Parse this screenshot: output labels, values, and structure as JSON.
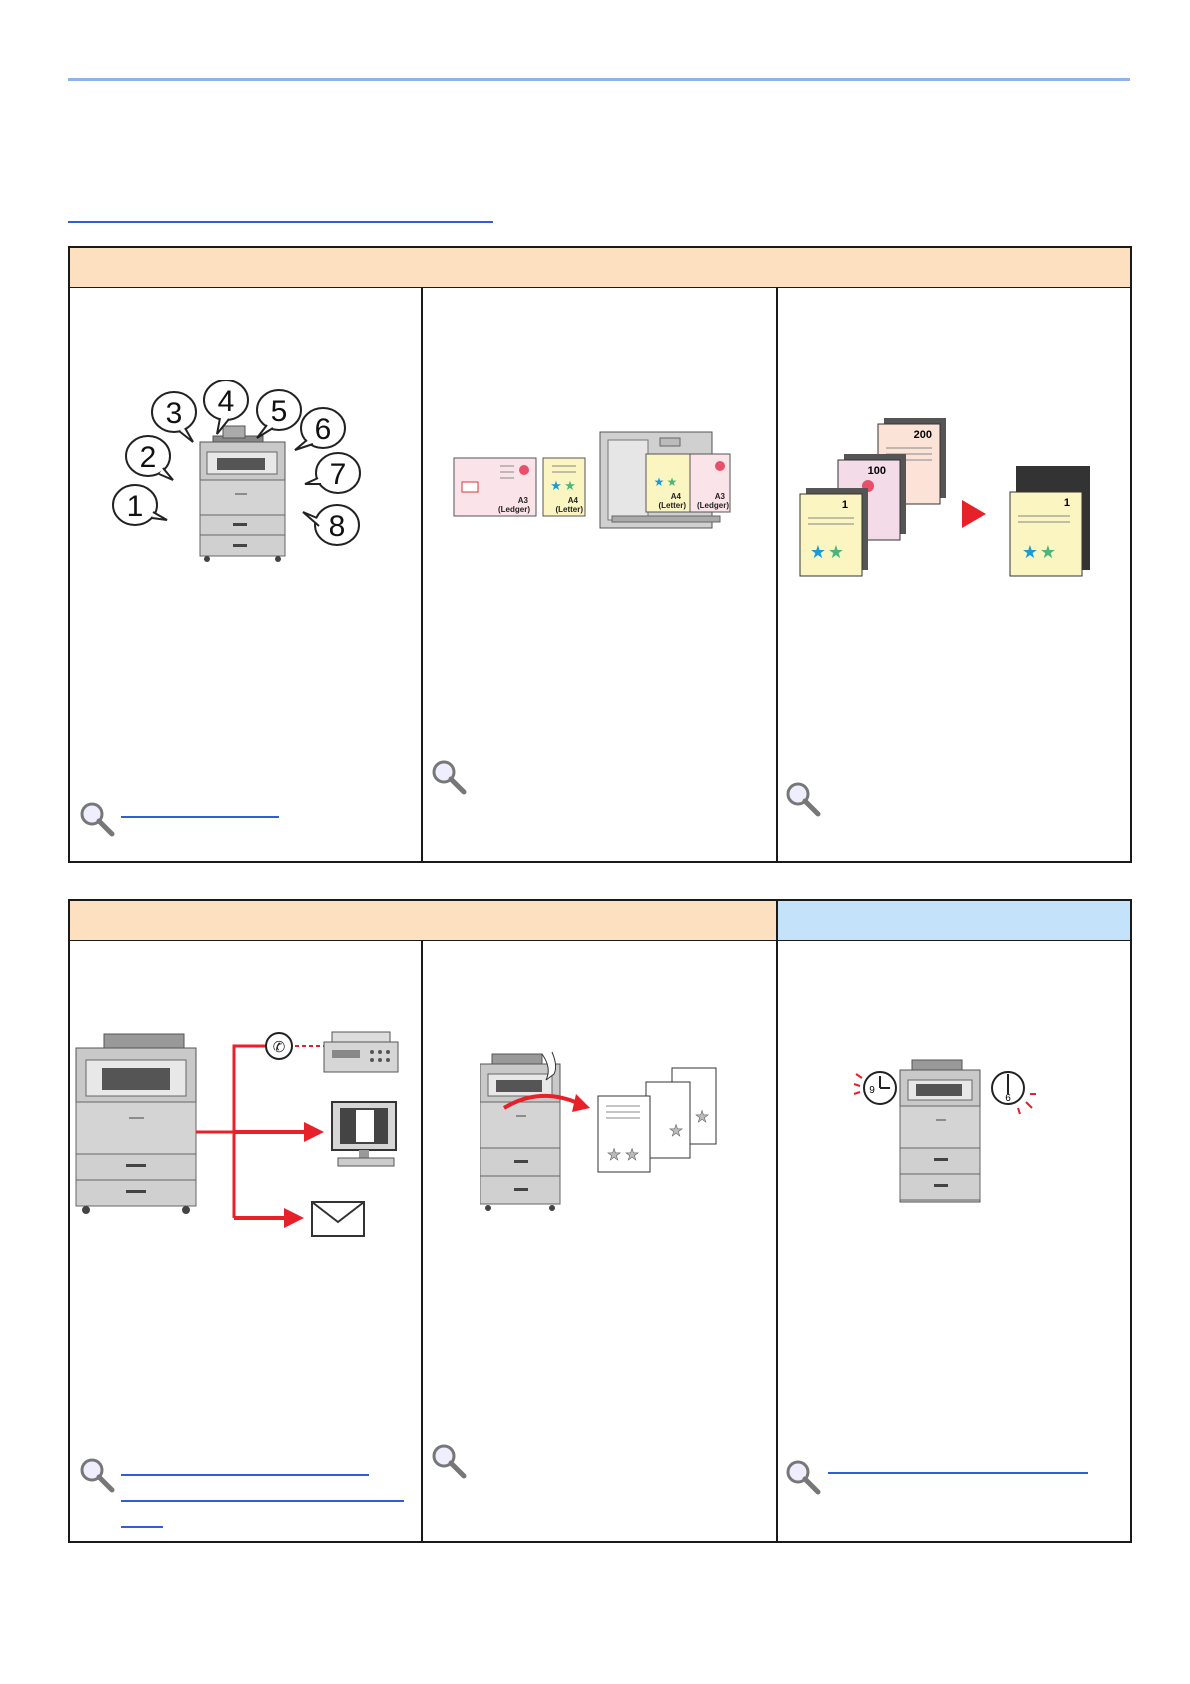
{
  "sections": {
    "top": {
      "header_color": "#fde0c0"
    },
    "bottom_left": {
      "header_color": "#fde0c0"
    },
    "bottom_right": {
      "header_color": "#c5e2fb"
    }
  },
  "illustrations": {
    "bubbles": [
      "1",
      "2",
      "3",
      "4",
      "5",
      "6",
      "7",
      "8"
    ],
    "originals": {
      "a3_label": "A3",
      "ledger_label": "(Ledger)",
      "a4_label": "A4",
      "letter_label": "(Letter)"
    },
    "stacks": {
      "page_200": "200",
      "page_100": "100",
      "page_1": "1"
    },
    "clocks": {
      "start": "9",
      "end": "6"
    }
  },
  "colors": {
    "accent_rule": "#8fb4ea",
    "link": "#2f5ed8",
    "arrow_red": "#e8202a"
  }
}
